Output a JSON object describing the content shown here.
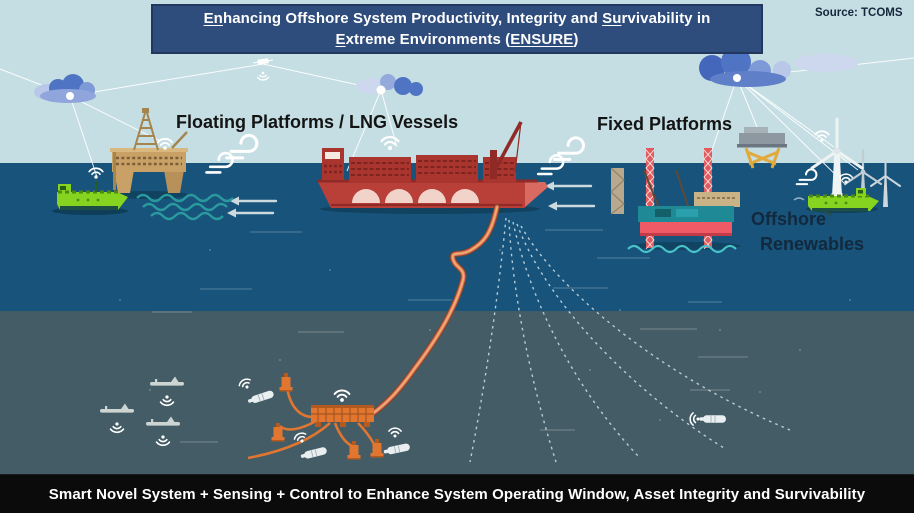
{
  "title": {
    "full": "Enhancing Offshore System Productivity, Integrity and Survivability in Extreme Environments (ENSURE)",
    "line1_parts": [
      {
        "t": "En",
        "u": true
      },
      {
        "t": "hancing Offshore System Productivity, Integrity and ",
        "u": false
      },
      {
        "t": "Su",
        "u": true
      },
      {
        "t": "rvivability in",
        "u": false
      }
    ],
    "line2_parts": [
      {
        "t": "E",
        "u": true
      },
      {
        "t": "xtreme Environments (",
        "u": false
      },
      {
        "t": "ENSURE",
        "u": true
      },
      {
        "t": ")",
        "u": false
      }
    ]
  },
  "source_label": "Source: TCOMS",
  "labels": {
    "floating": "Floating Platforms / LNG Vessels",
    "fixed": "Fixed Platforms",
    "renewables_line1": "Offshore",
    "renewables_line2": "Renewables"
  },
  "bottom_banner": {
    "text": "Smart Novel System + Sensing + Control to Enhance System Operating Window, Asset Integrity and Survivability"
  },
  "icons": {
    "wifi_icon": "wireless signal arcs",
    "sonar_icon": "sonar ping arcs",
    "wind_icon": "wind gust swirl",
    "satellite_icon": "satellite uplink node",
    "left_arrow_icon": "current direction arrow",
    "cloud_icon": "cloud cluster",
    "comm_link": "line-of-sight communication link",
    "mooring_line": "dashed catenary mooring line",
    "riser_bundle": "flexible riser bundle"
  },
  "colors": {
    "sky": "#c5dee3",
    "sea_upper": "#17537a",
    "sea_deep": "#445c66",
    "banner_bg": "#2e4c7c",
    "banner_text": "#ffffff",
    "bottom_bar_bg": "#0b0b0b",
    "lng_vessel_red": "#a93830",
    "platform_tan": "#c9a167",
    "supply_vessel_green": "#86d420",
    "jackup_teal": "#1f8a96",
    "jackup_leg_red": "#e15b5e",
    "jacket_yellow": "#e2a93b",
    "subsea_orange": "#e0762f",
    "turbine_white": "#eef3f4",
    "cloud_blue": "#4f74c4",
    "wave_teal": "#2a9a9e"
  }
}
